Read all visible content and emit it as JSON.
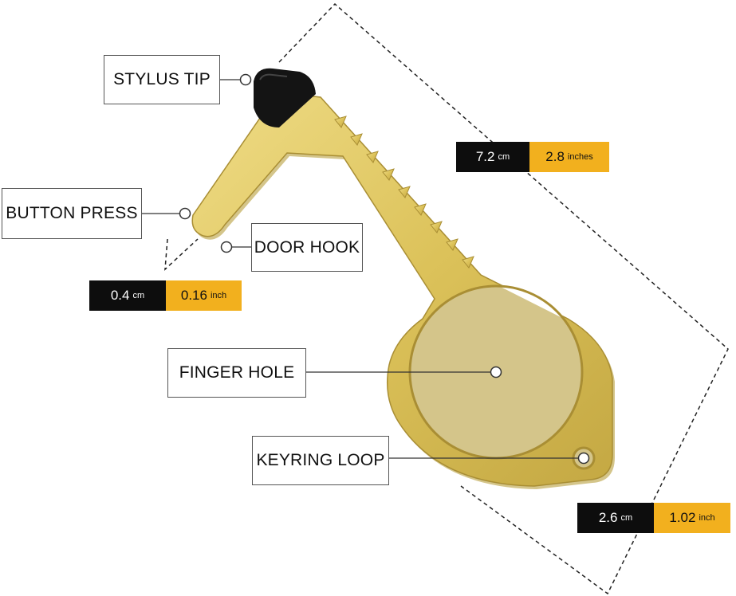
{
  "colors": {
    "brass": "#dcc25a",
    "brass_shadow": "#b89e3c",
    "stylus": "#141414",
    "inch_bg": "#f2b01e",
    "cm_bg": "#0d0d0d"
  },
  "labels": {
    "stylus_tip": "STYLUS TIP",
    "button_press": "BUTTON PRESS",
    "door_hook": "DOOR HOOK",
    "finger_hole": "FINGER HOLE",
    "keyring_loop": "KEYRING LOOP"
  },
  "dimensions": {
    "length": {
      "cm_value": "7.2",
      "cm_unit": "cm",
      "inch_value": "2.8",
      "inch_unit": "inches"
    },
    "thickness": {
      "cm_value": "0.4",
      "cm_unit": "cm",
      "inch_value": "0.16",
      "inch_unit": "inch"
    },
    "width": {
      "cm_value": "2.6",
      "cm_unit": "cm",
      "inch_value": "1.02",
      "inch_unit": "inch"
    }
  }
}
